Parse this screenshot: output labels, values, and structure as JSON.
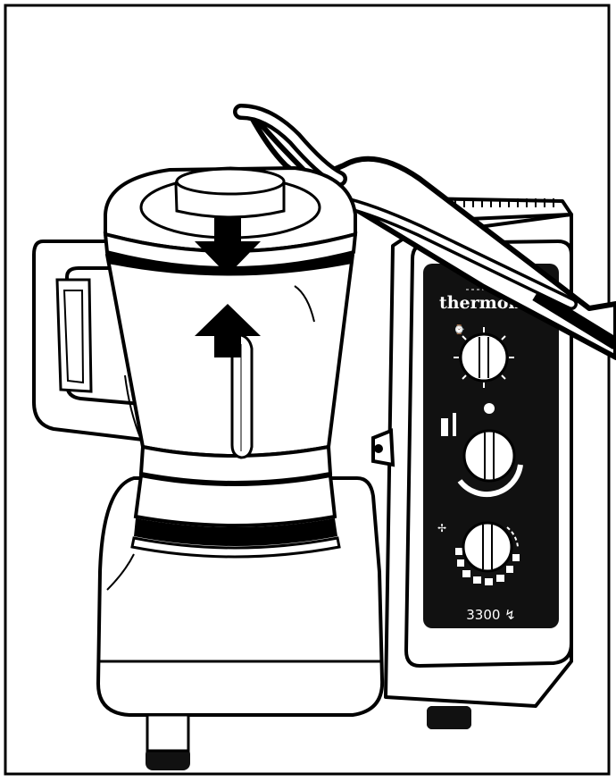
{
  "illustration": {
    "brand_name": "thermomix",
    "model_label": "3300 ↯",
    "arrows": [
      "arrow-down",
      "arrow-up"
    ],
    "colors": {
      "ink": "#000000",
      "paper": "#ffffff"
    }
  }
}
